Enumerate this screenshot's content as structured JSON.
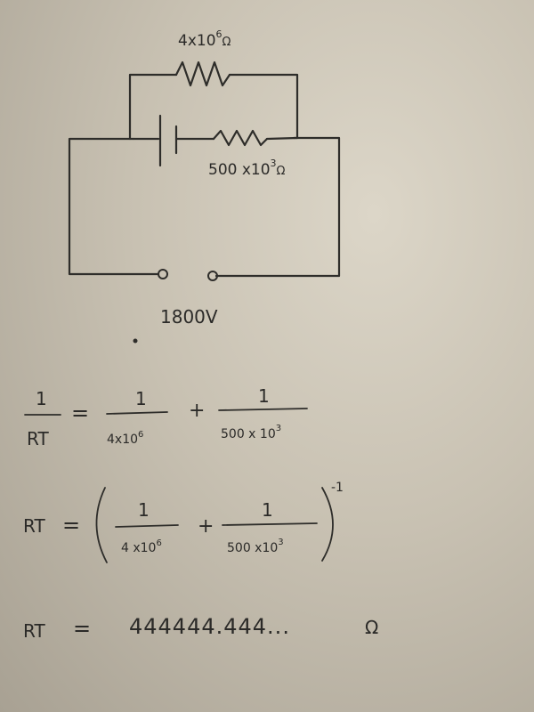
{
  "circuit": {
    "resistor_top_label_base": "4x10",
    "resistor_top_label_exp": "6",
    "resistor_bottom_label_base": "500 x10",
    "resistor_bottom_label_exp": "3",
    "ohm_symbol": "Ω",
    "voltage_label": "1800V"
  },
  "equations": {
    "eq1": {
      "lhs_num": "1",
      "lhs_den": "RT",
      "equals": "=",
      "t1_num": "1",
      "t1_den_base": "4x10",
      "t1_den_exp": "6",
      "plus": "+",
      "t2_num": "1",
      "t2_den_base": "500 x 10",
      "t2_den_exp": "3"
    },
    "eq2": {
      "lhs": "RT",
      "equals": "=",
      "t1_num": "1",
      "t1_den_base": "4 x10",
      "t1_den_exp": "6",
      "plus": "+",
      "t2_num": "1",
      "t2_den_base": "500 x10",
      "t2_den_exp": "3",
      "power": "-1"
    },
    "eq3": {
      "lhs": "RT",
      "equals": "=",
      "value": "444444.444...",
      "unit": "Ω"
    }
  }
}
